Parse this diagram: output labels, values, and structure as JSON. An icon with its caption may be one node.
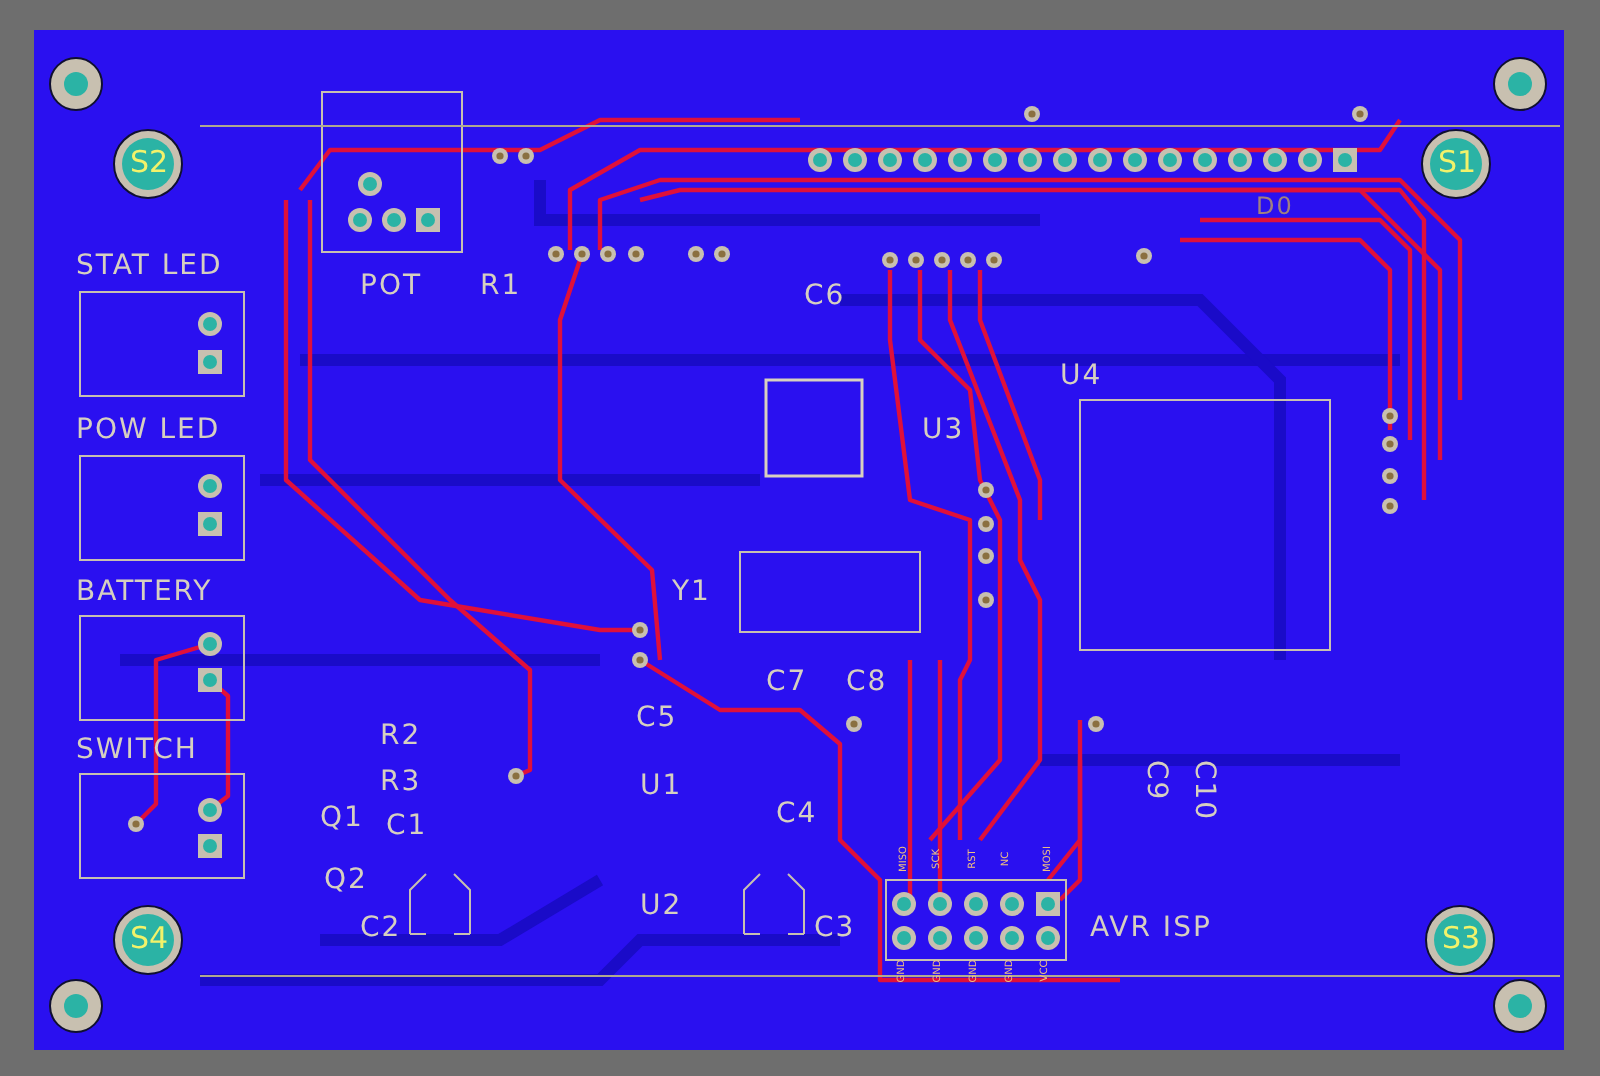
{
  "diagram": {
    "labels": [
      "S2",
      "S1",
      "POT",
      "R1",
      "STAT LED",
      "C6",
      "D0",
      "U4",
      "POW LED",
      "U3",
      "BATTERY",
      "Y1",
      "C7",
      "C8",
      "R2",
      "C5",
      "SWITCH",
      "R3",
      "U1",
      "C9",
      "C10",
      "Q1",
      "C1",
      "C4",
      "MISO",
      "SCK",
      "RST",
      "NC",
      "MOSI",
      "Q2",
      "C2",
      "U2",
      "C3",
      "AVR ISP",
      "S4",
      "S3",
      "GND",
      "GND",
      "GND",
      "GND",
      "VCC"
    ]
  }
}
